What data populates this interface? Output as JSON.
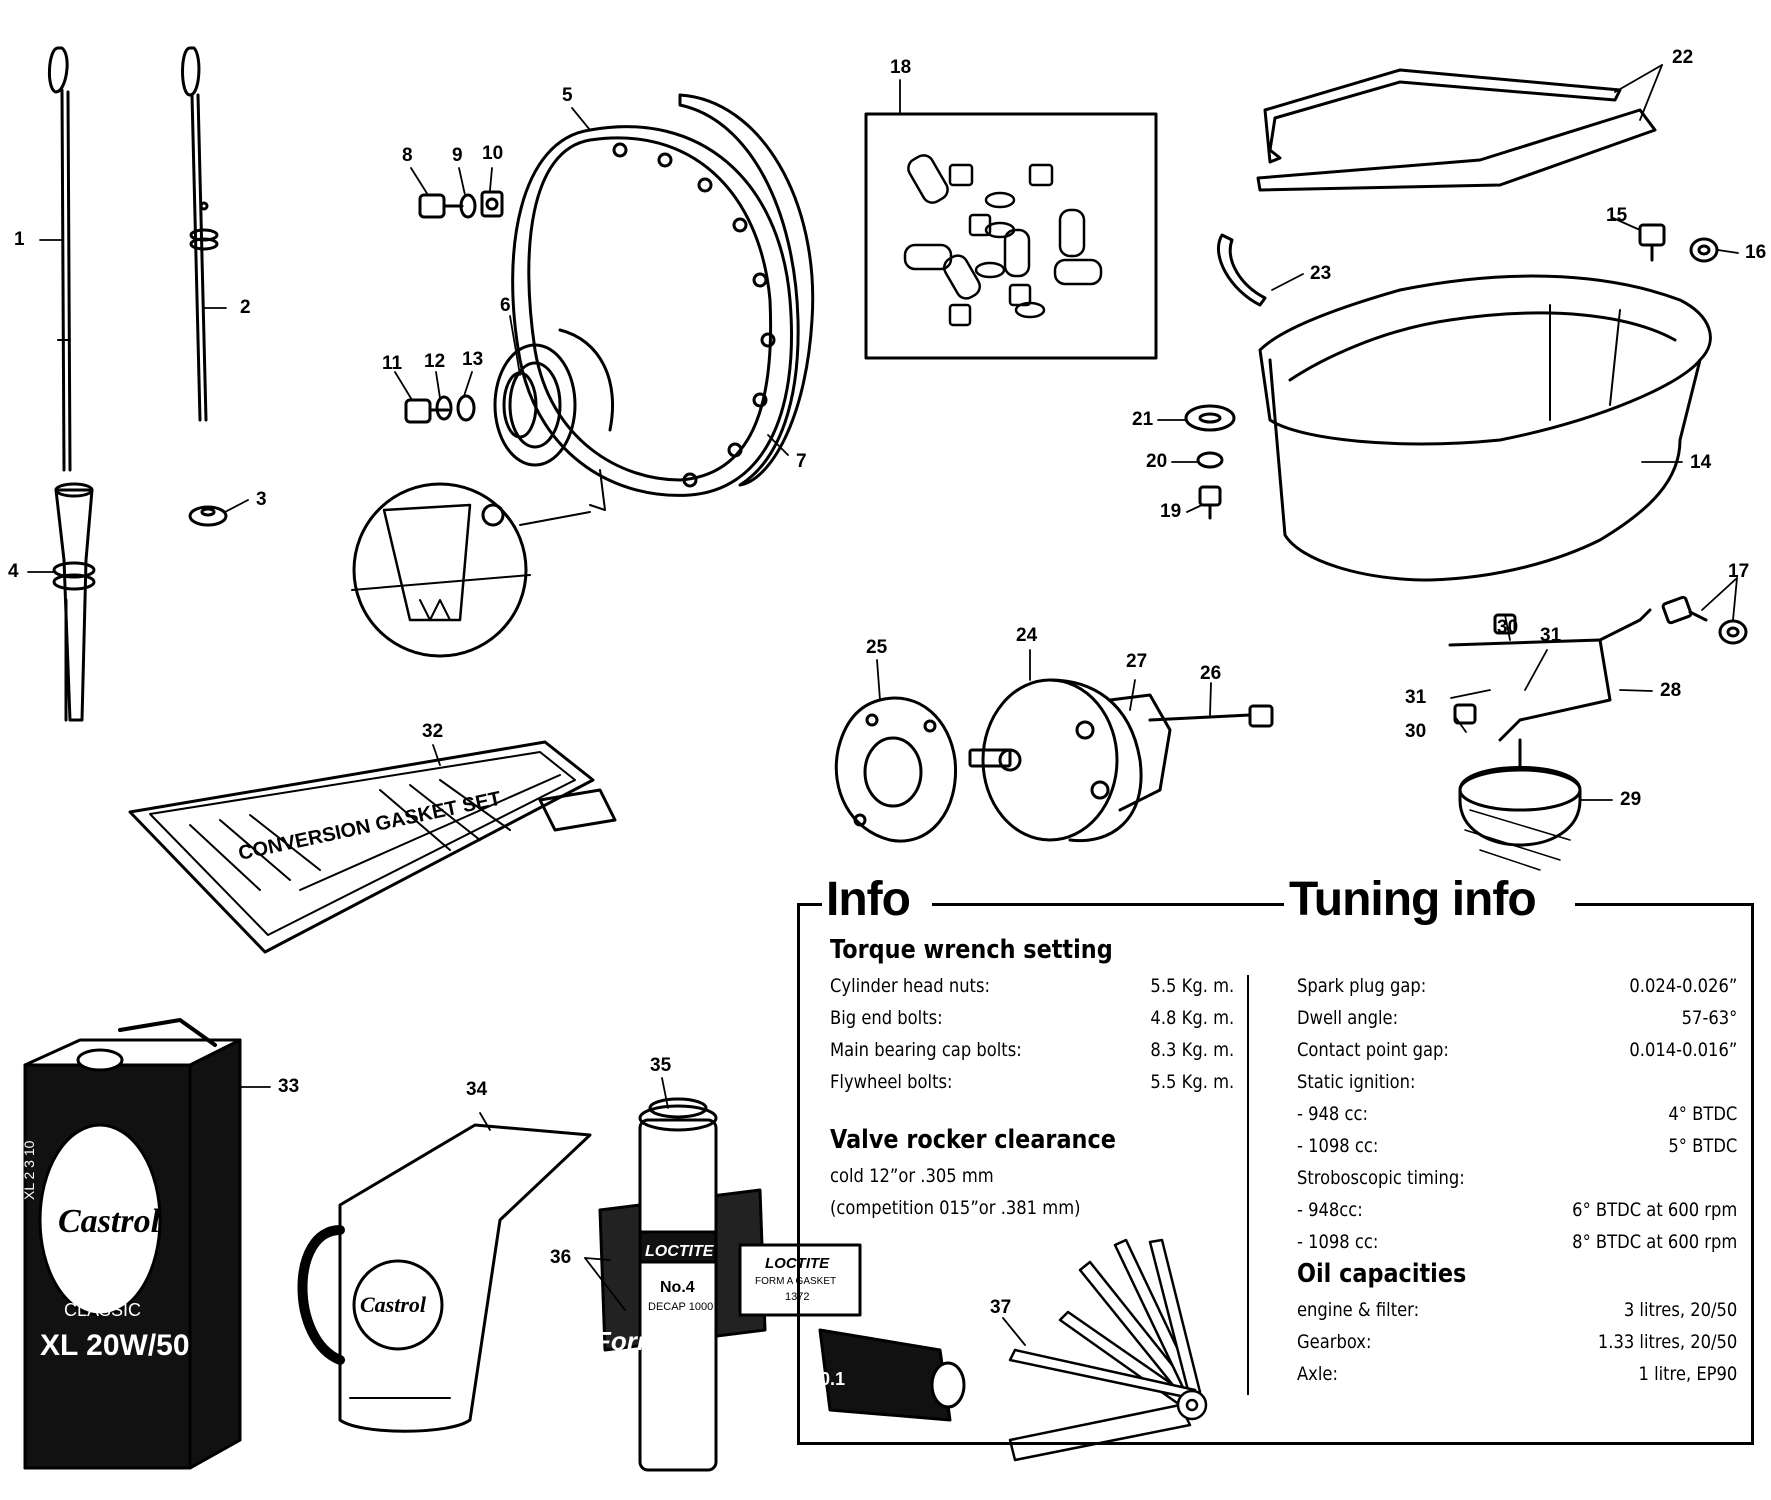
{
  "callouts": [
    {
      "n": "1"
    },
    {
      "n": "2"
    },
    {
      "n": "3"
    },
    {
      "n": "4"
    },
    {
      "n": "5"
    },
    {
      "n": "6"
    },
    {
      "n": "7"
    },
    {
      "n": "8"
    },
    {
      "n": "9"
    },
    {
      "n": "10"
    },
    {
      "n": "11"
    },
    {
      "n": "12"
    },
    {
      "n": "13"
    },
    {
      "n": "14"
    },
    {
      "n": "15"
    },
    {
      "n": "16"
    },
    {
      "n": "17"
    },
    {
      "n": "18"
    },
    {
      "n": "19"
    },
    {
      "n": "20"
    },
    {
      "n": "21"
    },
    {
      "n": "22"
    },
    {
      "n": "23"
    },
    {
      "n": "24"
    },
    {
      "n": "25"
    },
    {
      "n": "26"
    },
    {
      "n": "27"
    },
    {
      "n": "28"
    },
    {
      "n": "29"
    },
    {
      "n": "30"
    },
    {
      "n": "30"
    },
    {
      "n": "31"
    },
    {
      "n": "31"
    },
    {
      "n": "32"
    },
    {
      "n": "33"
    },
    {
      "n": "34"
    },
    {
      "n": "35"
    },
    {
      "n": "36"
    },
    {
      "n": "37"
    }
  ],
  "artwork": {
    "gasket_set_text": "CONVERSION GASKET SET",
    "castrol_brand": "Castrol",
    "castrol_classic": "CLASSIC",
    "castrol_grade": "XL 20W/50",
    "castrol_side": "XL 2 3 10",
    "jug_brand": "Castrol",
    "loctite_brand": "LOCTITE",
    "loctite_can": "No.4",
    "loctite_can_sub": "DECAP 1000",
    "loctite_box": "LOCTITE",
    "loctite_box_sub": "FORM A GASKET",
    "loctite_box_num": "1372",
    "forma_text": "Form",
    "no1_text": "No.1",
    "tube_text": "0.1"
  },
  "info": {
    "heading": "Info",
    "torque_title": "Torque wrench setting",
    "torque": [
      {
        "label": "Cylinder head nuts:",
        "value": "5.5 Kg. m."
      },
      {
        "label": "Big end bolts:",
        "value": "4.8 Kg. m."
      },
      {
        "label": "Main bearing cap bolts:",
        "value": "8.3 Kg. m."
      },
      {
        "label": "Flywheel bolts:",
        "value": "5.5 Kg. m."
      }
    ],
    "valve_title": "Valve rocker clearance",
    "valve_lines": [
      "cold 12”or .305 mm",
      "(competition 015”or .381 mm)"
    ]
  },
  "tuning": {
    "heading": "Tuning info",
    "rows": [
      {
        "label": "Spark plug gap:",
        "value": "0.024-0.026”"
      },
      {
        "label": "Dwell angle:",
        "value": "57-63°"
      },
      {
        "label": "Contact point gap:",
        "value": "0.014-0.016”"
      },
      {
        "label": "Static ignition:",
        "value": ""
      },
      {
        "label": "- 948 cc:",
        "value": "4° BTDC"
      },
      {
        "label": "- 1098 cc:",
        "value": "5° BTDC"
      },
      {
        "label": "Stroboscopic timing:",
        "value": ""
      },
      {
        "label": "- 948cc:",
        "value": "6° BTDC at 600 rpm"
      },
      {
        "label": "- 1098 cc:",
        "value": "8° BTDC at 600 rpm"
      }
    ],
    "oil_title": "Oil capacities",
    "oil": [
      {
        "label": "engine & filter:",
        "value": "3 litres, 20/50"
      },
      {
        "label": "Gearbox:",
        "value": "1.33 litres, 20/50"
      },
      {
        "label": "Axle:",
        "value": "1 litre, EP90"
      }
    ]
  }
}
